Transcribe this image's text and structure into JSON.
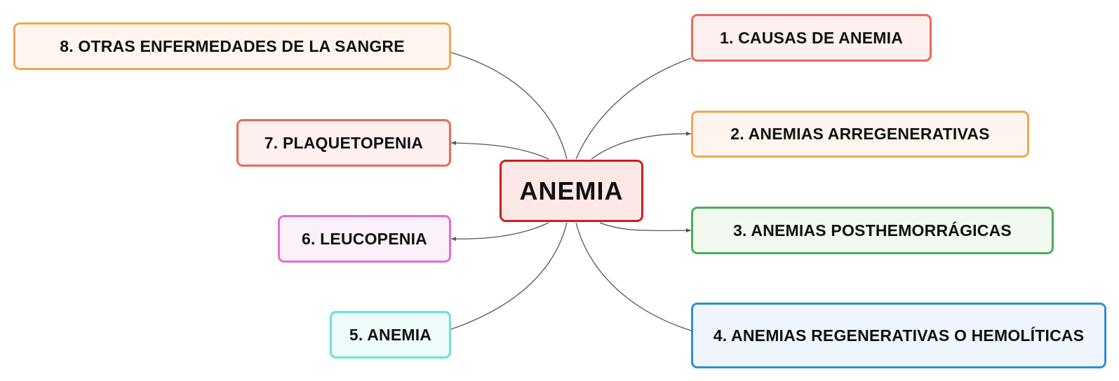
{
  "central": {
    "label": "ANEMIA"
  },
  "branches": [
    {
      "label": "1. CAUSAS DE ANEMIA",
      "color": "#e96a5c"
    },
    {
      "label": "2. ANEMIAS ARREGENERATIVAS",
      "color": "#f0a654"
    },
    {
      "label": "3. ANEMIAS POSTHEMORRÁGICAS",
      "color": "#4aae57"
    },
    {
      "label": "4. ANEMIAS REGENERATIVAS O HEMOLÍTICAS",
      "color": "#2e8fd4"
    },
    {
      "label": "5. ANEMIA",
      "color": "#6fdede"
    },
    {
      "label": "6. LEUCOPENIA",
      "color": "#e56ed6"
    },
    {
      "label": "7. PLAQUETOPENIA",
      "color": "#e96a5c"
    },
    {
      "label": "8. OTRAS ENFERMEDADES DE LA SANGRE",
      "color": "#f0a654"
    }
  ],
  "central_color": "#c8201c",
  "connector_color": "#555555"
}
